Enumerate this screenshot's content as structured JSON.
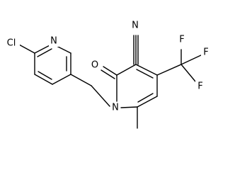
{
  "molecule": {
    "atoms": {
      "chlorine": "Cl",
      "pyridine_nitrogen": "N",
      "nitrile_nitrogen": "N",
      "carbonyl_oxygen": "O",
      "fluorine_top": "F",
      "fluorine_right": "F",
      "fluorine_bottom": "F",
      "ring_nitrogen": "N"
    },
    "colors": {
      "bond": "#000000",
      "background": "#ffffff"
    }
  }
}
